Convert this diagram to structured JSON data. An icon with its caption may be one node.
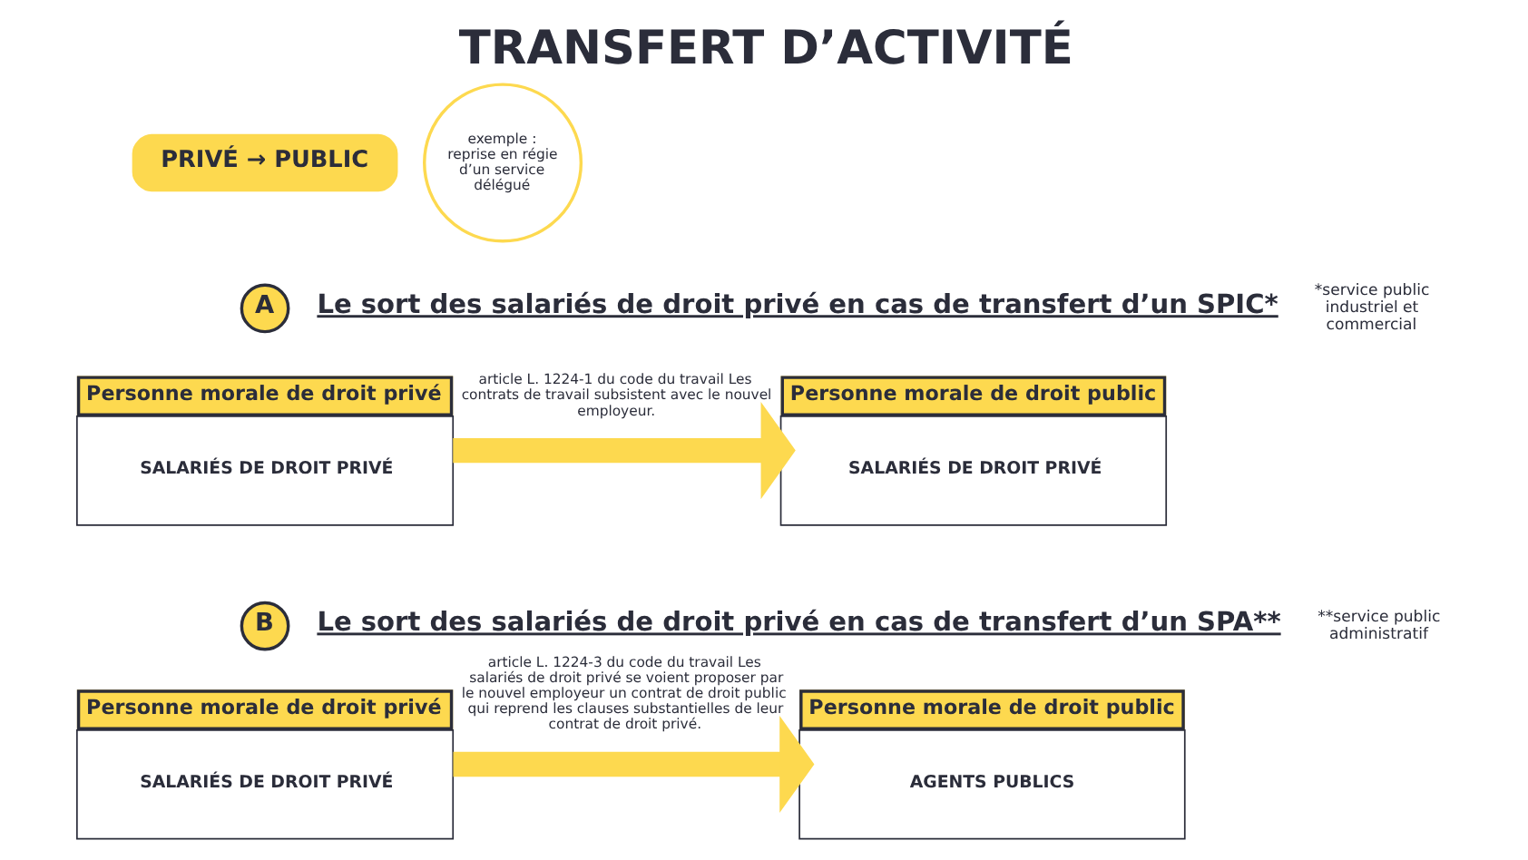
{
  "diagram": {
    "title": "TRANSFERT D’ACTIVITÉ",
    "nodes": [
      {
        "text": [
          "PRIVÉ → PUBLIC"
        ]
      },
      {
        "text": [
          "exemple : reprise en régie d’un service délégué"
        ]
      },
      {
        "text": [
          "A"
        ],
        "beside": [
          "Le sort des salariés de droit privé en cas de transfert d’un SPIC*"
        ]
      },
      {
        "text": [
          "Personne morale de droit privé",
          "SALARIÉS DE DROIT PRIVÉ"
        ]
      },
      {
        "text": [
          "Personne morale de droit public",
          "SALARIÉS DE DROIT PRIVÉ"
        ]
      },
      {
        "text": [
          "B"
        ],
        "beside": [
          "Le sort des salariés de droit privé en cas de transfert d’un SPA**"
        ]
      },
      {
        "text": [
          "Personne morale de droit privé",
          "SALARIÉS DE DROIT PRIVÉ"
        ]
      },
      {
        "text": [
          "Personne morale de droit public",
          "AGENTS PUBLICS"
        ]
      }
    ],
    "edges": [
      {
        "from": 3,
        "to": 4,
        "arrow": "to",
        "label": "article L. 1224-1 du code du travail Les contrats de travail subsistent avec le nouvel employeur."
      },
      {
        "from": 6,
        "to": 7,
        "arrow": "to",
        "label": "article L. 1224-3 du code du travail Les salariés de droit privé se voient proposer par le nouvel employeur un contrat de droit public qui reprend les clauses substantielles de leur contrat de droit privé."
      }
    ],
    "labels": [
      "*service public industriel et commercial",
      "**service public administratif"
    ]
  }
}
